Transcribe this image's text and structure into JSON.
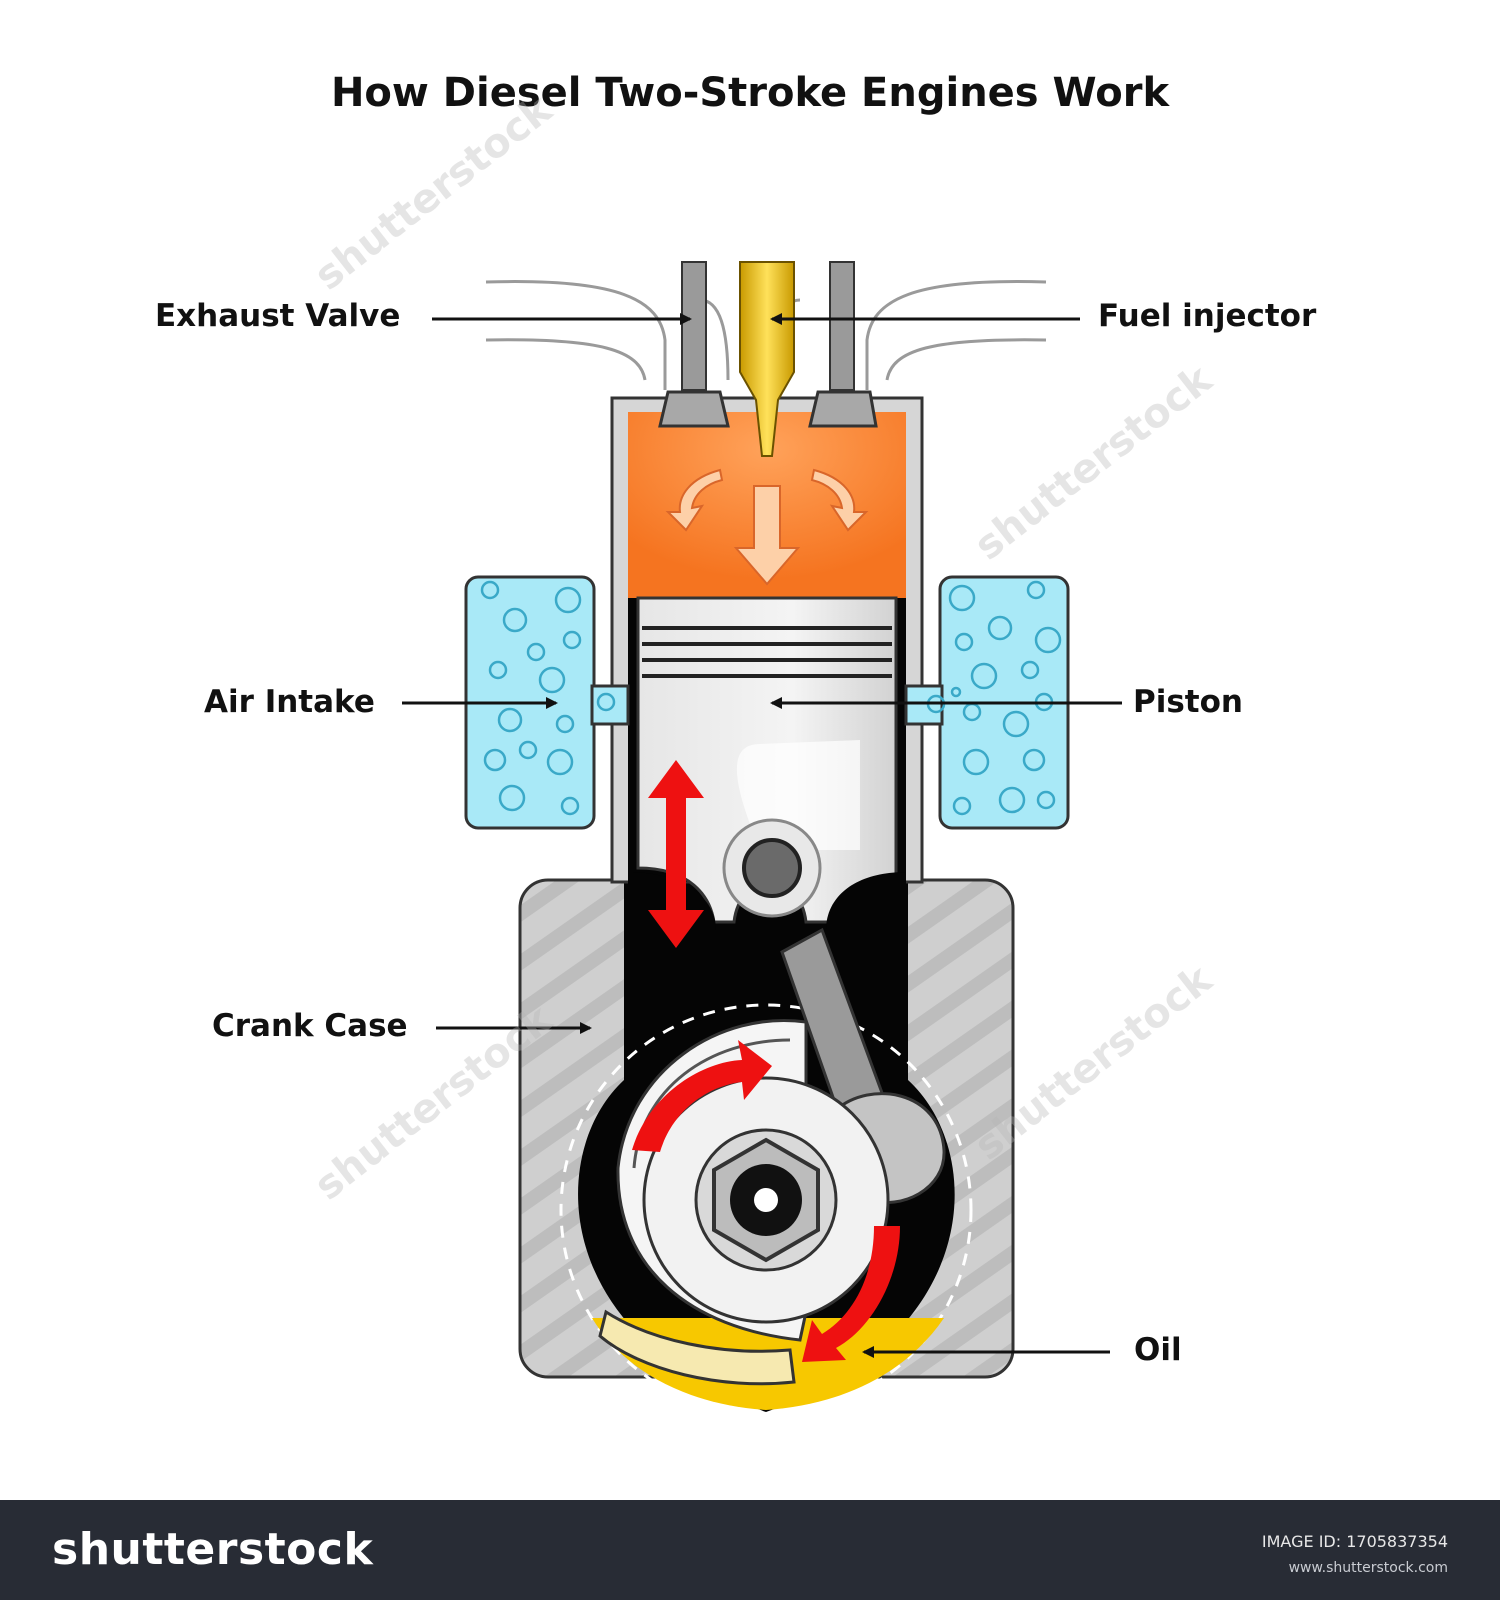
{
  "title": "How Diesel Two-Stroke Engines Work",
  "labels": {
    "exhaust_valve": "Exhaust Valve",
    "fuel_injector": "Fuel injector",
    "air_intake": "Air Intake",
    "piston": "Piston",
    "crank_case": "Crank Case",
    "oil": "Oil"
  },
  "footer": {
    "logo": "shutterstock",
    "image_id": "IMAGE ID: 1705837354",
    "url": "www.shutterstock.com"
  },
  "watermark": "shutterstock",
  "colors": {
    "combustion": "#f97d2b",
    "air": "#a9e9f7",
    "oil": "#f7c800",
    "motion_arrow": "#ee1111",
    "injector": "#e5b800",
    "casing": "#c9c9c9",
    "footer_bg": "#282c35"
  }
}
